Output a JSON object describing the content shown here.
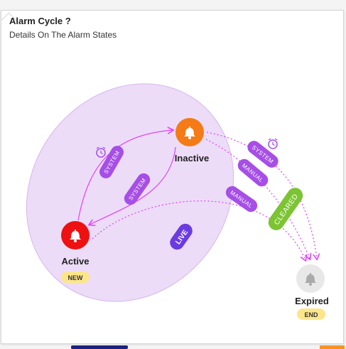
{
  "header": {
    "title": "Alarm Cycle ?",
    "subtitle": "Details On The Alarm States"
  },
  "states": {
    "inactive": {
      "label": "Inactive",
      "color": "#f47b16",
      "icon": "bell-icon"
    },
    "active": {
      "label": "Active",
      "color": "#ee1111",
      "icon": "bell-icon",
      "badge": "NEW"
    },
    "expired": {
      "label": "Expired",
      "color": "#e8e8e8",
      "icon": "bell-icon",
      "badge": "END"
    }
  },
  "transitions": {
    "system_active_to_inactive": "SYSTEM",
    "system_inactive_to_active": "SYSTEM",
    "system_inactive_to_expired": "SYSTEM",
    "manual_inactive_to_expired": "MANUAL",
    "manual_active_to_expired": "MANUAL"
  },
  "labels": {
    "live": "LIVE",
    "cleared": "CLEARED"
  },
  "colors": {
    "pill": "#a64ee6",
    "cleared": "#7cc433",
    "live": "#6a3ce0",
    "badge": "#fde68a",
    "arrow": "#e040fb",
    "live_zone": "#e9d8f5"
  }
}
